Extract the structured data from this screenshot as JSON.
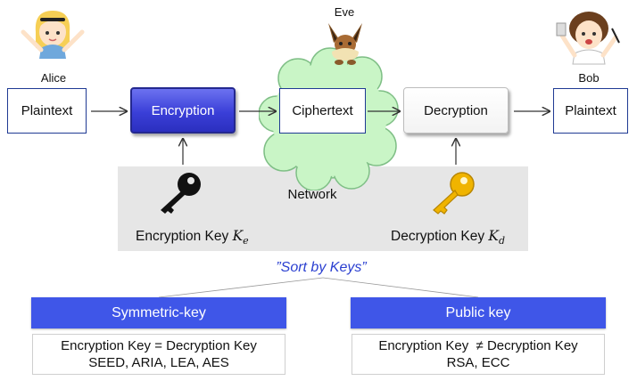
{
  "parties": {
    "alice": "Alice",
    "eve": "Eve",
    "bob": "Bob"
  },
  "flow": {
    "plaintext_left": "Plaintext",
    "encryption": "Encryption",
    "ciphertext": "Ciphertext",
    "decryption": "Decryption",
    "plaintext_right": "Plaintext"
  },
  "network": {
    "label": "Network",
    "encryption_key_text": "Encryption Key ",
    "encryption_key_symbol": "K",
    "encryption_key_sub": "e",
    "decryption_key_text": "Decryption Key ",
    "decryption_key_symbol": "K",
    "decryption_key_sub": "d"
  },
  "sort_caption": "”Sort by Keys”",
  "categories": [
    {
      "title": "Symmetric-key",
      "line1": "Encryption Key = Decryption Key",
      "line2": "SEED, ARIA, LEA, AES"
    },
    {
      "title": "Public key",
      "line1": "Encryption Key  ≠ Decryption Key",
      "line2": "RSA, ECC"
    }
  ],
  "colors": {
    "encryption_fill": "#3a3fd8",
    "category_header": "#3f56e8",
    "cloud": "#c9f5c6",
    "encryption_key": "#111111",
    "decryption_key": "#f0b400",
    "caption": "#2a3fd0"
  },
  "icons": {
    "alice": "alice-avatar-icon",
    "eve": "eve-creature-icon",
    "bob": "bob-avatar-icon",
    "encryption_key": "black-key-icon",
    "decryption_key": "gold-key-icon"
  }
}
